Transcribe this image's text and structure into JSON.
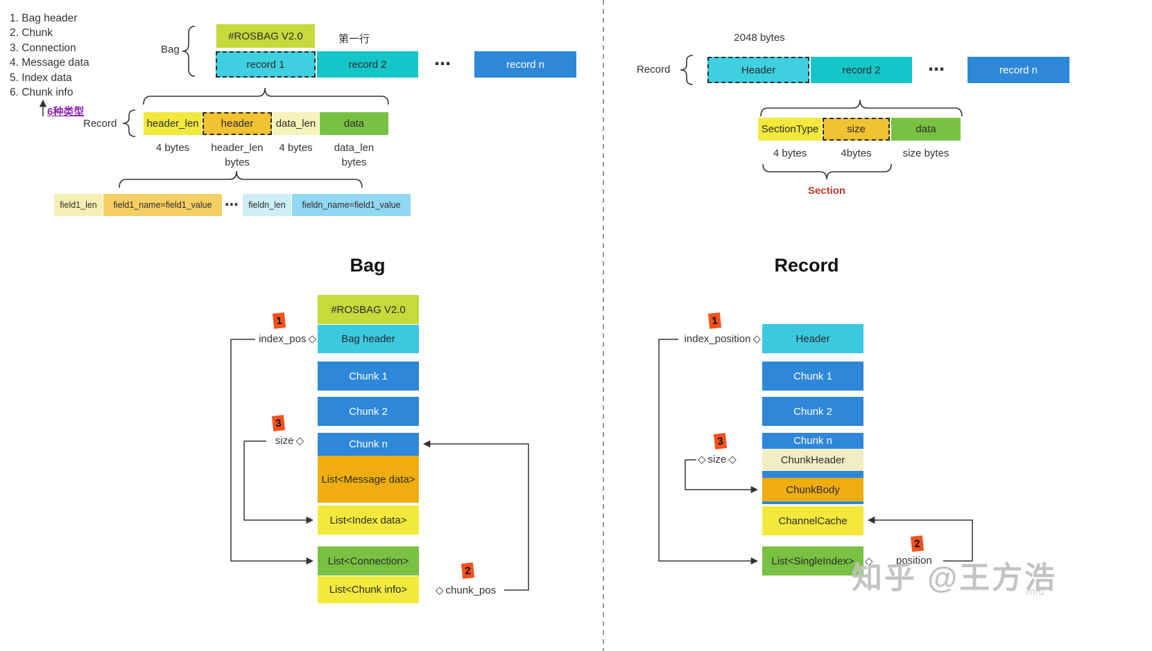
{
  "glyphs": {
    "diamond": "◇",
    "ellipsis": "⋯"
  },
  "legend": {
    "items": [
      "1. Bag header",
      "2. Chunk",
      "3. Connection",
      "4. Message data",
      "5. Index data",
      "6. Chunk info"
    ],
    "note": "6种类型"
  },
  "bag_top": {
    "label": "Bag",
    "magic": "#ROSBAG V2.0",
    "first_line_note": "第一行",
    "record1": "record 1",
    "record2": "record 2",
    "recordn": "record n"
  },
  "record_row": {
    "label": "Record",
    "cells": [
      "header_len",
      "header",
      "data_len",
      "data"
    ],
    "size1": "4 bytes",
    "size2_line1": "header_len",
    "size2_line2": "bytes",
    "size3": "4 bytes",
    "size4_line1": "data_len",
    "size4_line2": "bytes"
  },
  "fields_row": {
    "f1_len": "field1_len",
    "f1_kv": "field1_name=field1_value",
    "fn_len": "fieldn_len",
    "fn_kv": "fieldn_name=field1_value"
  },
  "bag_struct": {
    "title": "Bag",
    "boxes": [
      "#ROSBAG V2.0",
      "Bag header",
      "Chunk 1",
      "Chunk 2",
      "Chunk n",
      "List<Message data>",
      "List<Index data>",
      "List<Connection>",
      "List<Chunk info>"
    ],
    "badge1": "1",
    "badge2": "2",
    "badge3": "3",
    "index_pos_label": "index_pos",
    "size_label": "size",
    "chunk_pos_label": "chunk_pos"
  },
  "record_top": {
    "bytes_note": "2048 bytes",
    "label": "Record",
    "header": "Header",
    "record2": "record 2",
    "recordn": "record n",
    "cells": [
      "SectionType",
      "size",
      "data"
    ],
    "sizes": [
      "4 bytes",
      "4bytes",
      "size bytes"
    ],
    "section_label": "Section"
  },
  "record_struct": {
    "title": "Record",
    "boxes": [
      "Header",
      "Chunk 1",
      "Chunk 2",
      "Chunk n",
      "ChunkHeader",
      "ChunkBody",
      "ChannelCache",
      "List<SingleIndex>"
    ],
    "badge1": "1",
    "badge2": "2",
    "badge3": "3",
    "index_position_label": "index_position",
    "size_label": "size",
    "position_label": "position"
  },
  "watermark": {
    "main": "知乎 @王方浩",
    "sub": "mro"
  }
}
